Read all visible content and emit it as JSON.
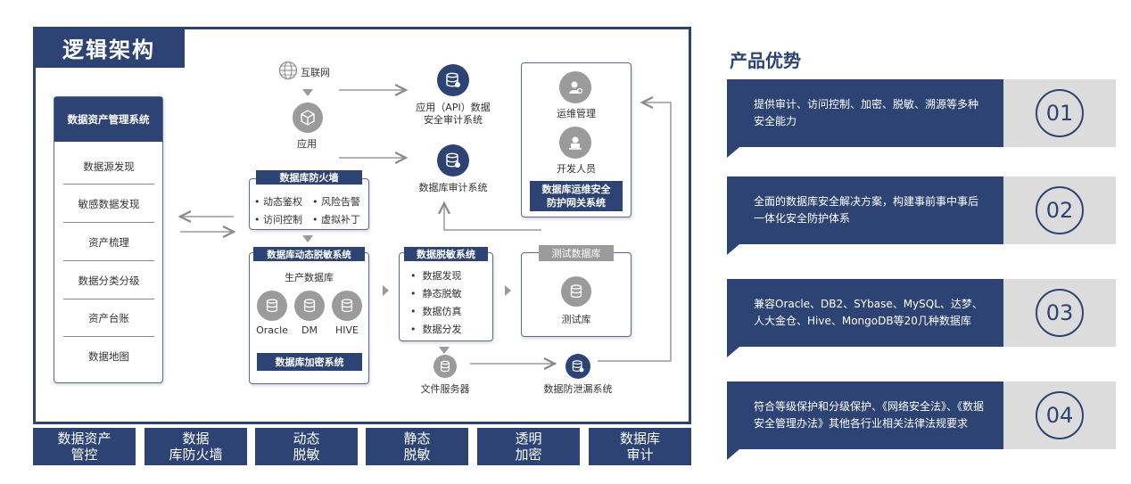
{
  "arch": {
    "title": "逻辑架构",
    "asset_panel": {
      "title": "数据资产管理系统",
      "items": [
        "数据源发现",
        "敏感数据发现",
        "资产梳理",
        "数据分类分级",
        "资产台账",
        "数据地图"
      ]
    },
    "internet": "互联网",
    "app": "应用",
    "api_audit": [
      "应用（API）数据",
      "安全审计系统"
    ],
    "db_audit": "数据库审计系统",
    "ops": {
      "ops_mgmt": "运维管理",
      "dev": "开发人员",
      "gateway": [
        "数据库运维安全",
        "防护网关系统"
      ]
    },
    "firewall": {
      "title": "数据库防火墙",
      "items": [
        "动态鉴权",
        "风险告警",
        "访问控制",
        "虚拟补丁"
      ]
    },
    "dyn_mask": {
      "title": "数据库动态脱敏系统",
      "prod_db": "生产数据库",
      "dbs": [
        "Oracle",
        "DM",
        "HIVE"
      ],
      "encrypt": "数据库加密系统"
    },
    "static_mask": {
      "title": "数据脱敏系统",
      "items": [
        "数据发现",
        "静态脱敏",
        "数据仿真",
        "数据分发"
      ]
    },
    "test_db": {
      "title": "测试数据库",
      "label": "测试库"
    },
    "file_server": "文件服务器",
    "dlp": "数据防泄漏系统"
  },
  "bottom": [
    "数据资产|管控",
    "数据|库防火墙",
    "动态|脱敏",
    "静态|脱敏",
    "透明|加密",
    "数据库|审计"
  ],
  "advantages": {
    "title": "产品优势",
    "items": [
      {
        "text": "提供审计、访问控制、加密、脱敏、溯源等多种安全能力",
        "num": "01"
      },
      {
        "text": "全面的数据库安全解决方案，构建事前事中事后一体化安全防护体系",
        "num": "02"
      },
      {
        "text": "兼容Oracle、DB2、SYbase、MySQL、达梦、人大金仓、Hive、MongoDB等20几种数据库",
        "num": "03"
      },
      {
        "text": "符合等级保护和分级保护、《网络安全法》、《数据安全管理办法》其他各行业相关法律法规要求",
        "num": "04"
      }
    ]
  },
  "colors": {
    "navy": "#2d4373",
    "grey": "#9b9b9b",
    "light_grey": "#dcdcdc"
  }
}
